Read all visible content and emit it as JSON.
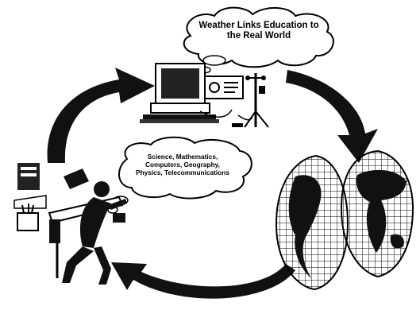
{
  "diagram": {
    "title_cloud": {
      "lines": [
        "Weather Links Education to",
        "the Real World"
      ]
    },
    "subjects_cloud": {
      "lines": [
        "Science, Mathematics,",
        "Computers, Geography,",
        "Physics, Telecommunications"
      ]
    },
    "illustrations": {
      "computer": "desktop-computer-icon",
      "weather_station": "weather-station-icon",
      "globe": "world-map-globe-icon",
      "student": "student-at-desk-icon",
      "cycle_arrows": "cycle-arrow-icon"
    },
    "colors": {
      "ink": "#000000",
      "paper": "#ffffff",
      "screen": "#222222"
    }
  }
}
